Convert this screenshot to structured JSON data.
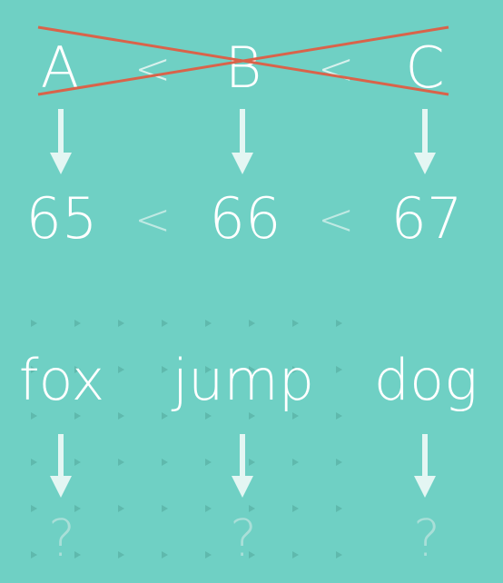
{
  "letters": [
    "A",
    "B",
    "C"
  ],
  "letter_operators": [
    "<",
    "<"
  ],
  "codes": [
    "65",
    "66",
    "67"
  ],
  "code_operators": [
    "<",
    "<"
  ],
  "words": [
    "fox",
    "jump",
    "dog"
  ],
  "unknowns": [
    "?",
    "?",
    "?"
  ],
  "colors": {
    "background": "#6fd0c4",
    "text": "#ffffff",
    "arrow": "#e4f6f3",
    "cross_out": "#d9634a",
    "dots": "#5fb9ad"
  }
}
